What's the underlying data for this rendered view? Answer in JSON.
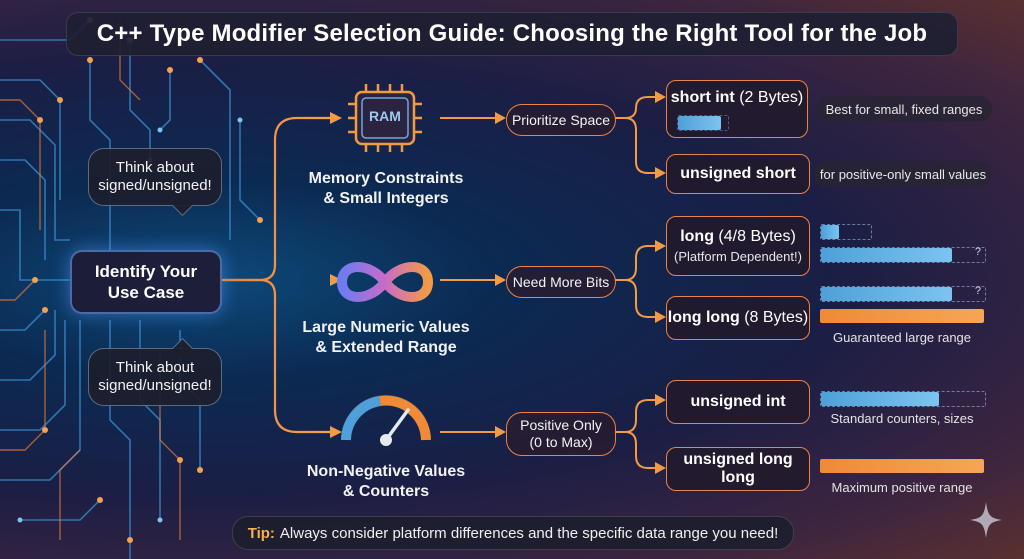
{
  "title": "C++ Type Modifier Selection Guide: Choosing the Right Tool for the Job",
  "root": {
    "line1": "Identify Your",
    "line2": "Use Case"
  },
  "bubbles": [
    {
      "line1": "Think about",
      "line2": "signed/unsigned!"
    },
    {
      "line1": "Think about",
      "line2": "signed/unsigned!"
    }
  ],
  "categories": [
    {
      "icon": "ram-chip-icon",
      "icon_text": "RAM",
      "line1": "Memory Constraints",
      "line2": "& Small Integers",
      "decision": {
        "line1": "Prioritize Space",
        "line2": ""
      },
      "types": [
        {
          "name": "short int",
          "size": "(2 Bytes)",
          "sub": "",
          "note": "Best for small, fixed ranges",
          "bar": 0.85
        },
        {
          "name": "unsigned short",
          "size": "",
          "sub": "",
          "note": "for positive-only small values"
        }
      ]
    },
    {
      "icon": "infinity-icon",
      "line1": "Large Numeric Values",
      "line2": "& Extended Range",
      "decision": {
        "line1": "Need More Bits",
        "line2": ""
      },
      "types": [
        {
          "name": "long",
          "size": "(4/8 Bytes)",
          "sub": "(Platform Dependent!)",
          "bars": [
            0.35,
            0.8
          ],
          "mark": "?"
        },
        {
          "name": "long long",
          "size": "(8 Bytes)",
          "sub": "",
          "bars": [
            0.8,
            1.0
          ],
          "mark": "?",
          "caption": "Guaranteed large range"
        }
      ]
    },
    {
      "icon": "speedometer-icon",
      "line1": "Non-Negative Values",
      "line2": "& Counters",
      "decision": {
        "line1": "Positive Only",
        "line2": "(0 to Max)"
      },
      "types": [
        {
          "name": "unsigned int",
          "size": "",
          "sub": "",
          "bar": 0.72,
          "caption": "Standard counters, sizes"
        },
        {
          "name": "unsigned long long",
          "size": "",
          "sub": "",
          "bar": 1.0,
          "caption": "Maximum positive range"
        }
      ]
    }
  ],
  "tip": {
    "label": "Tip:",
    "text": "Always consider platform differences and the specific data range you need!"
  },
  "colors": {
    "accent_orange": "#e8834a",
    "bar_blue": "#6ab6e8",
    "bar_orange": "#f39a45",
    "glow_blue": "#4fa3ff"
  }
}
